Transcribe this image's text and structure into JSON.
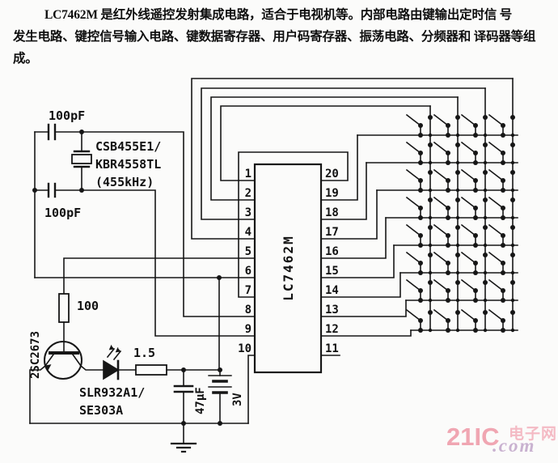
{
  "description": {
    "line1": "LC7462M 是红外线遥控发射集成电路，适合于电视机等。内部电路由键输出定时信 号",
    "line2": "发生电路、键控信号输入电路、键数据寄存器、用户码寄存器、振荡电路、分频器和 译码器等组",
    "line3": "成。"
  },
  "schematic": {
    "ic": {
      "part": "LC7462M",
      "pins_left": [
        "1",
        "2",
        "3",
        "4",
        "5",
        "6",
        "7",
        "8",
        "9",
        "10"
      ],
      "pins_right": [
        "20",
        "19",
        "18",
        "17",
        "16",
        "15",
        "14",
        "13",
        "12",
        "11"
      ]
    },
    "components": {
      "cap_top": "100pF",
      "cap_bottom": "100pF",
      "crystal_line1": "CSB455E1/",
      "crystal_line2": "KBR4558TL",
      "crystal_line3": "(455kHz)",
      "base_resistor": "100",
      "transistor": "2SC2673",
      "led_line1": "SLR932A1/",
      "led_line2": "SE303A",
      "series_resistor": "1.5",
      "cap_electrolytic": "47μF",
      "battery": "3V"
    },
    "matrix": {
      "columns": 4,
      "rows": 8,
      "switch_count": 32
    },
    "line_color": "#161616"
  },
  "watermark": {
    "brand": "21IC",
    "suffix_cn": "电子网",
    "domain": ".com",
    "brand_color": "#f0a6b2",
    "domain_color": "#c9b2d0"
  }
}
